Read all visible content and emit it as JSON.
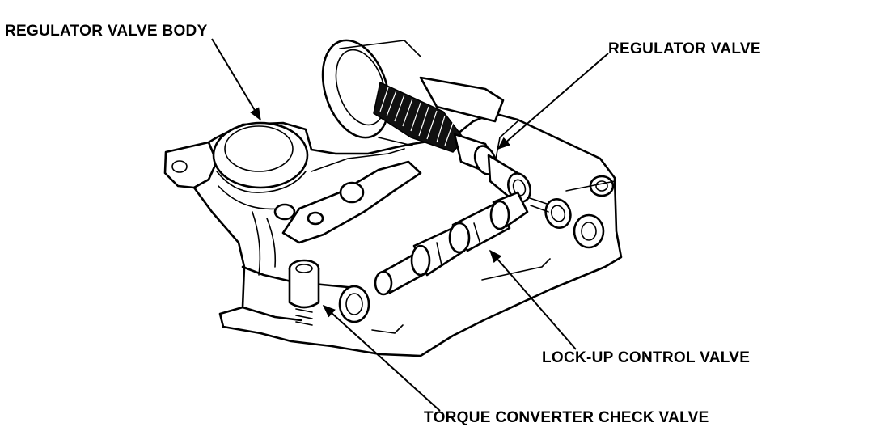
{
  "labels": {
    "regulator_valve_body": "REGULATOR VALVE BODY",
    "regulator_valve": "REGULATOR VALVE",
    "lock_up_control_valve": "LOCK-UP CONTROL VALVE",
    "torque_converter_check_valve": "TORQUE CONVERTER CHECK VALVE"
  }
}
